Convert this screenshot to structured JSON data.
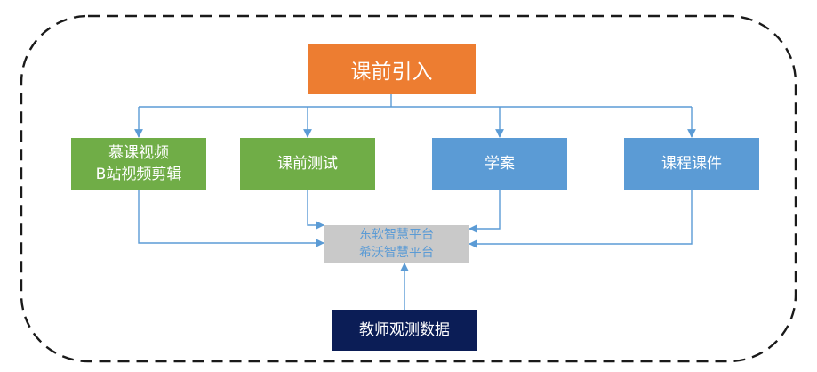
{
  "diagram": {
    "top_node": {
      "label": "课前引入",
      "color": "#ed7d31"
    },
    "branches": [
      {
        "lines": [
          "慕课视频",
          "B站视频剪辑"
        ],
        "color": "#70ad47"
      },
      {
        "lines": [
          "课前测试"
        ],
        "color": "#70ad47"
      },
      {
        "lines": [
          "学案"
        ],
        "color": "#5b9bd5"
      },
      {
        "lines": [
          "课程课件"
        ],
        "color": "#5b9bd5"
      }
    ],
    "hub": {
      "lines": [
        "东软智慧平台",
        "希沃智慧平台"
      ],
      "color": "#c9c9c9",
      "text_color": "#5b9bd5"
    },
    "bottom_node": {
      "label": "教师观测数据",
      "color": "#0b1d56"
    },
    "connector_color": "#5b9bd5",
    "frame_style": "dashed rounded border"
  }
}
